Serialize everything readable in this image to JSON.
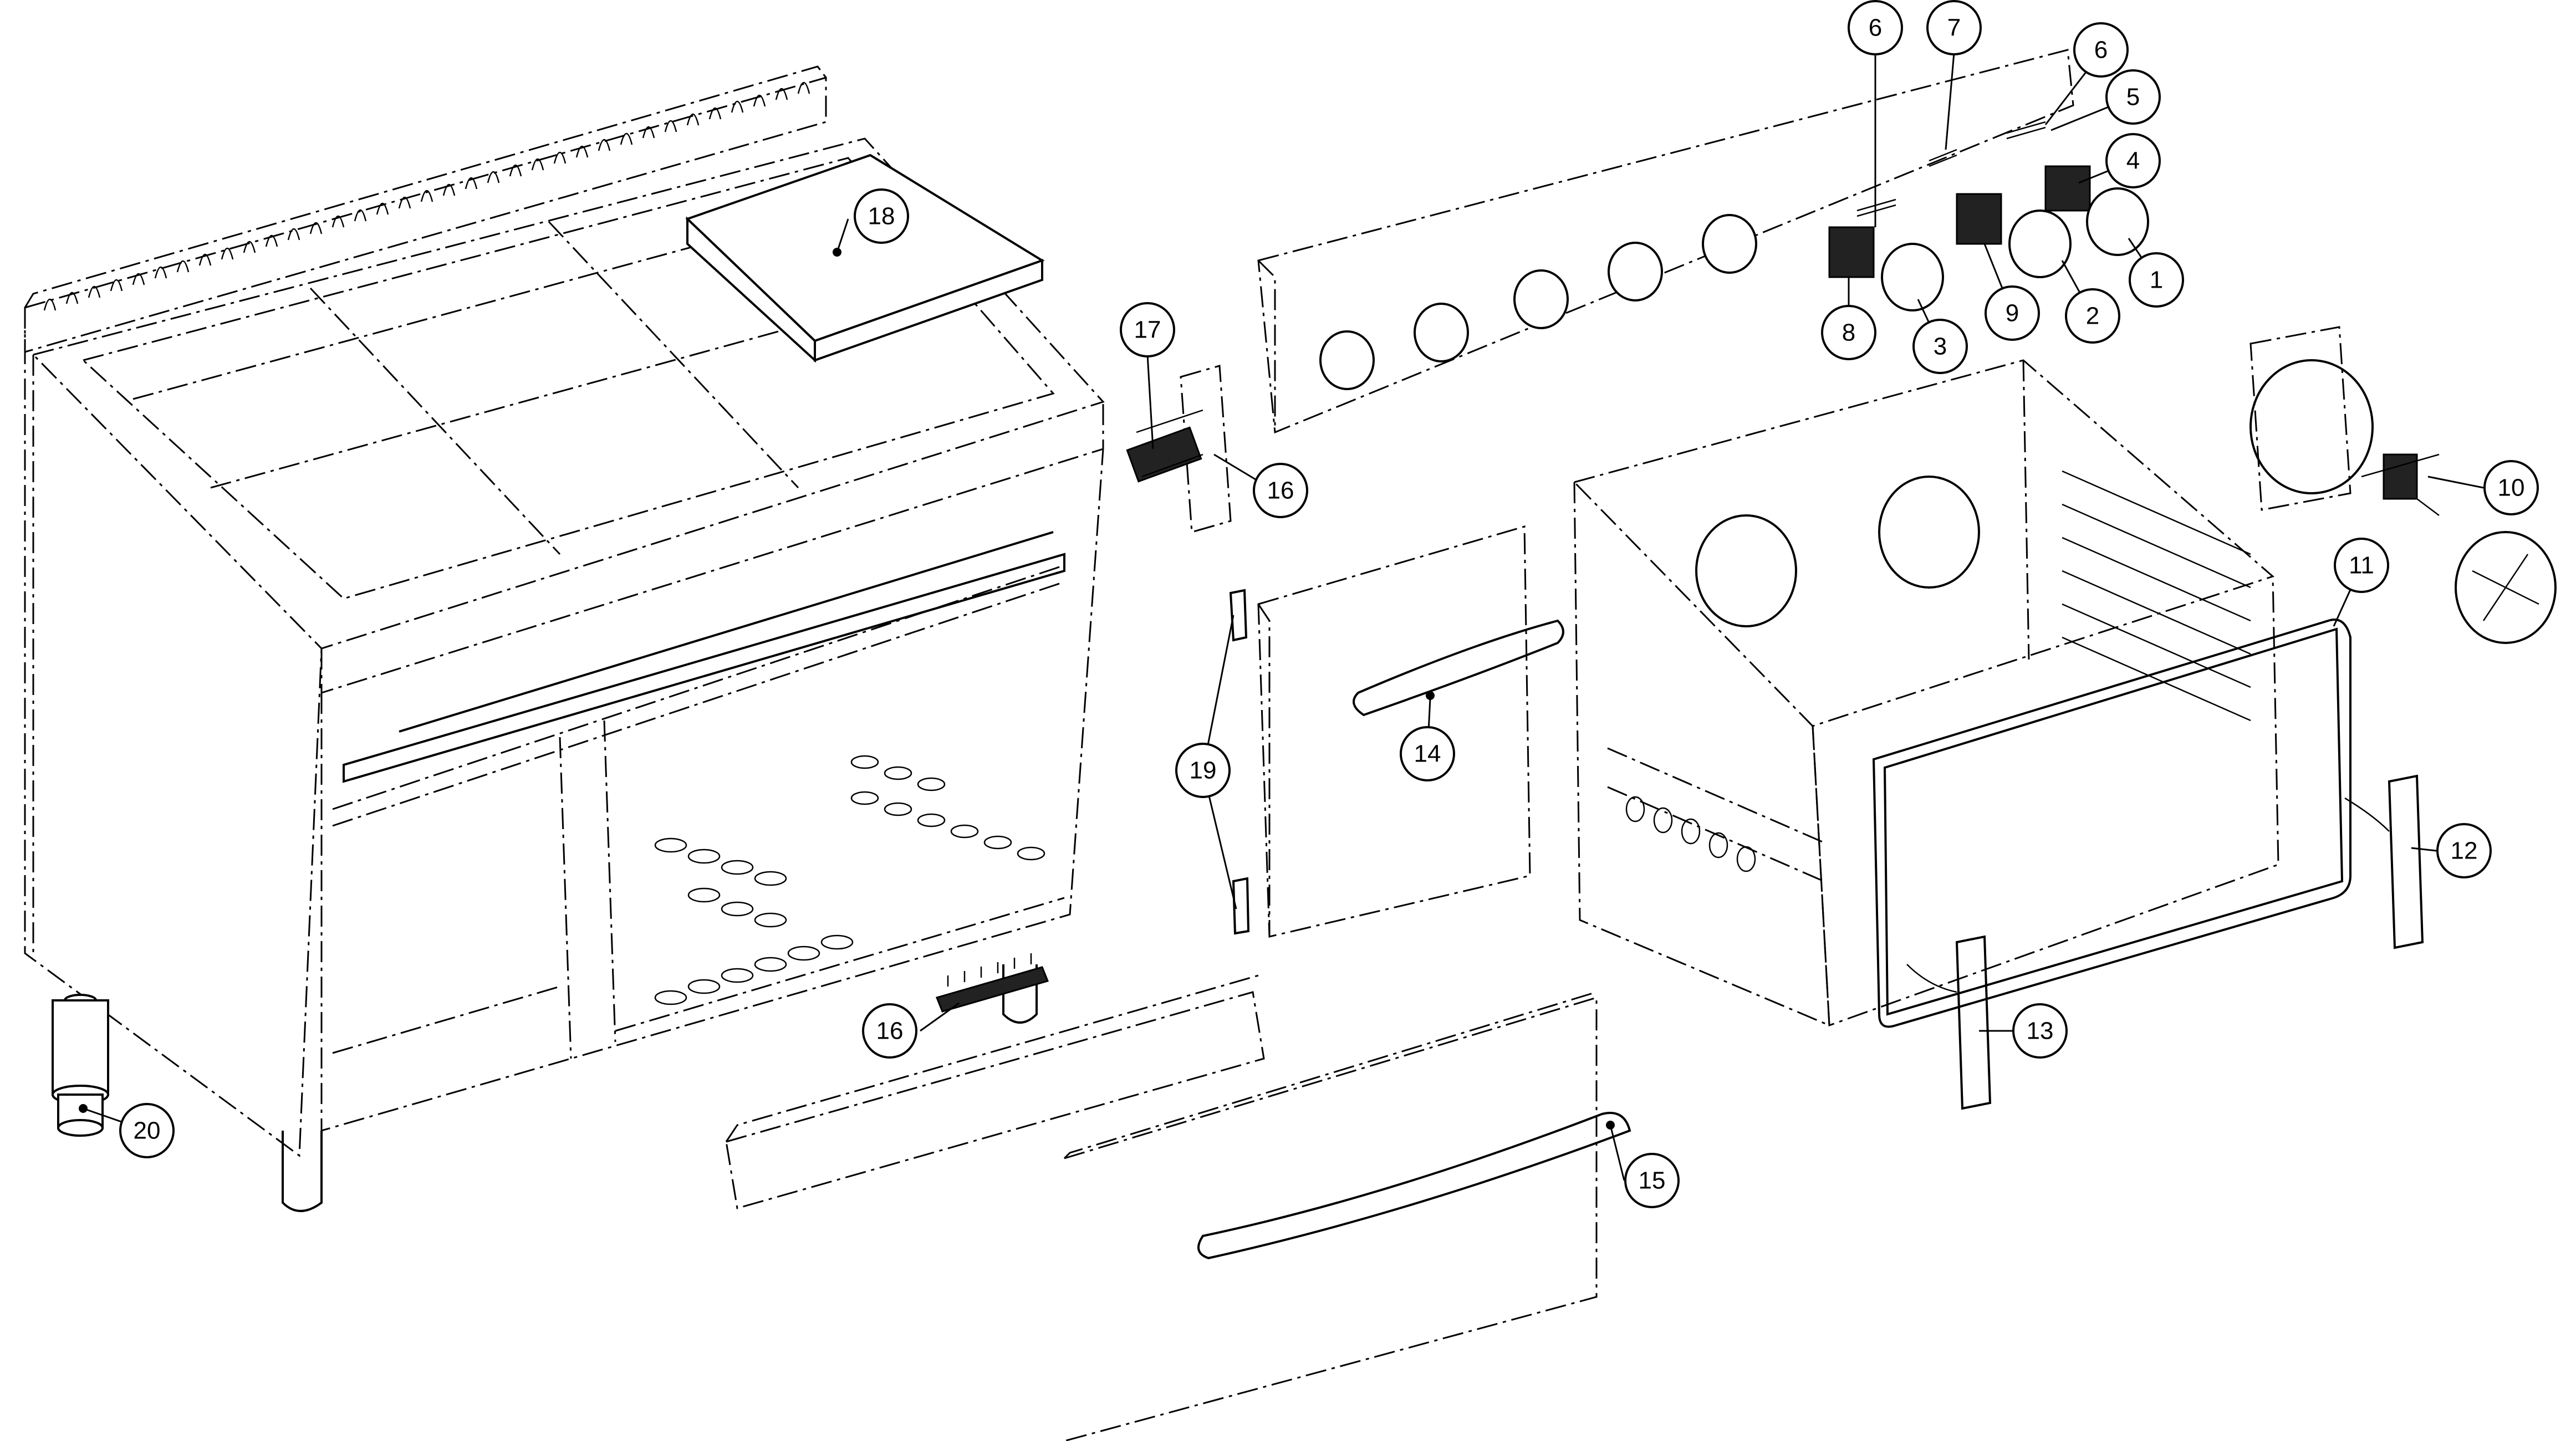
{
  "diagram": {
    "callouts": [
      "1",
      "2",
      "3",
      "4",
      "5",
      "6",
      "6",
      "7",
      "8",
      "9",
      "10",
      "11",
      "12",
      "13",
      "14",
      "15",
      "16",
      "16",
      "17",
      "18",
      "19",
      "20"
    ]
  }
}
